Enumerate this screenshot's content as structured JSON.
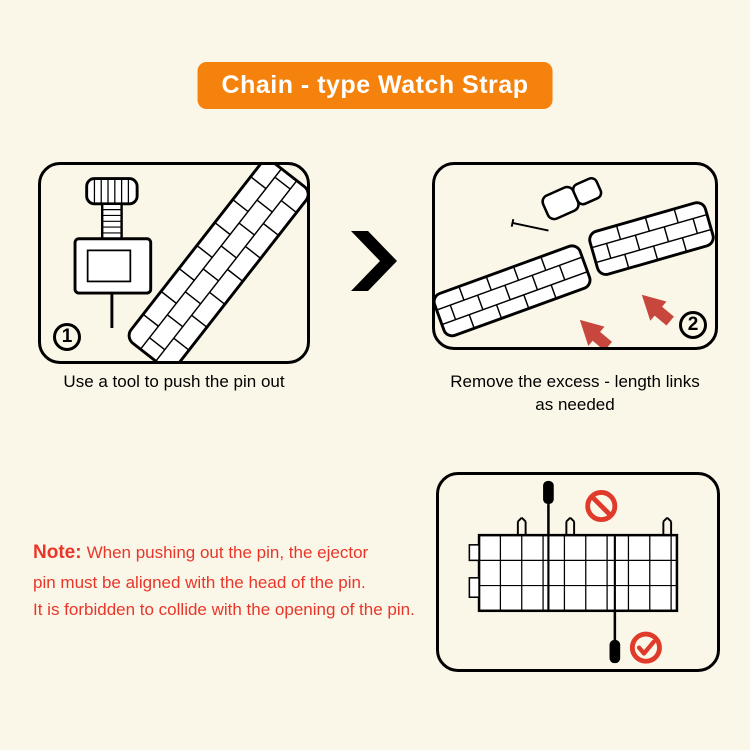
{
  "banner": {
    "label": "Chain - type Watch Strap"
  },
  "steps": [
    {
      "number": "1",
      "caption": "Use a tool to push the pin out"
    },
    {
      "number": "2",
      "caption_line1": "Remove the excess - length links",
      "caption_line2": "as needed"
    }
  ],
  "note": {
    "label": "Note:",
    "line1": "When pushing out the pin, the ejector",
    "line2": "pin must be aligned with the head of the pin.",
    "line3": "It is forbidden to collide with the opening of the pin."
  },
  "icons": {
    "next_step_arrow": "chevron-right",
    "prohibited": "no-entry-slash-circle",
    "correct": "check-circle"
  },
  "colors": {
    "background": "#FBF7E8",
    "banner_bg": "#F6820E",
    "banner_text": "#FFFFFF",
    "note_text": "#E8362A",
    "arrow_red": "#C8473C",
    "status_red": "#E03A2B",
    "line": "#000000"
  }
}
